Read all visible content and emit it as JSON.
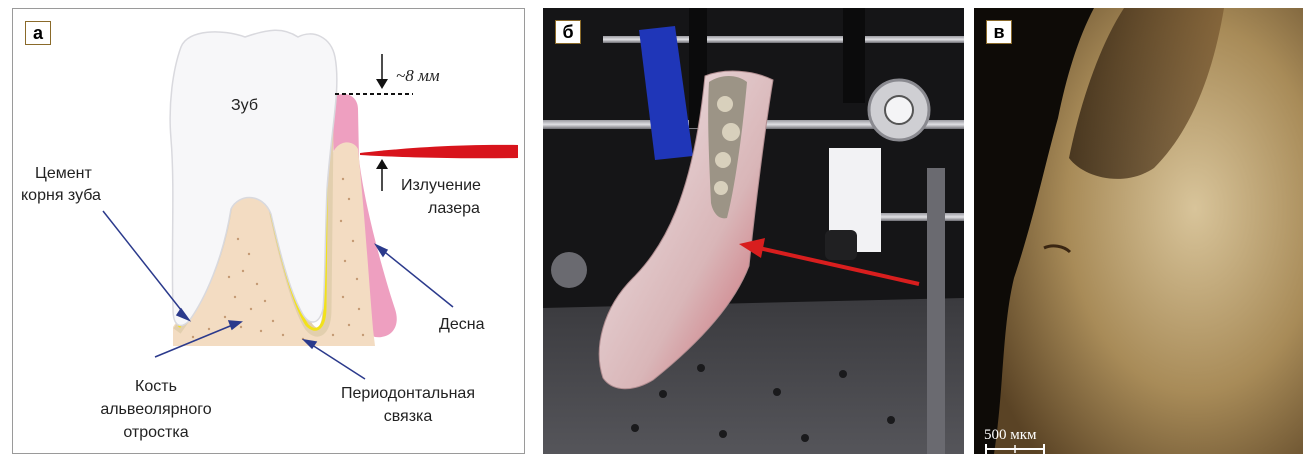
{
  "panels": {
    "a": {
      "letter": "а",
      "labels": {
        "tooth": "Зуб",
        "depth": "~8 мм",
        "cement_line1": "Цемент",
        "cement_line2": "корня зуба",
        "laser_line1": "Излучение",
        "laser_line2": "лазера",
        "gum": "Десна",
        "bone_line1": "Кость",
        "bone_line2": "альвеолярного",
        "bone_line3": "отростка",
        "ligament_line1": "Периодонтальная",
        "ligament_line2": "связка"
      },
      "colors": {
        "enamel": "#f4f4f6",
        "cement": "#f2e21a",
        "bone": "#f3dcc2",
        "gum": "#ee9fc0",
        "laser": "#d8141c",
        "pointer_arrow": "#2b3a8c"
      }
    },
    "b": {
      "letter": "б",
      "colors": {
        "arrow": "#d81e1e",
        "tissue": "#e6c5c4",
        "blue_holder": "#1f36b8"
      }
    },
    "c": {
      "letter": "в",
      "scale_bar": "500 мкм",
      "colors": {
        "tissue": "#9a7f4f"
      }
    }
  }
}
